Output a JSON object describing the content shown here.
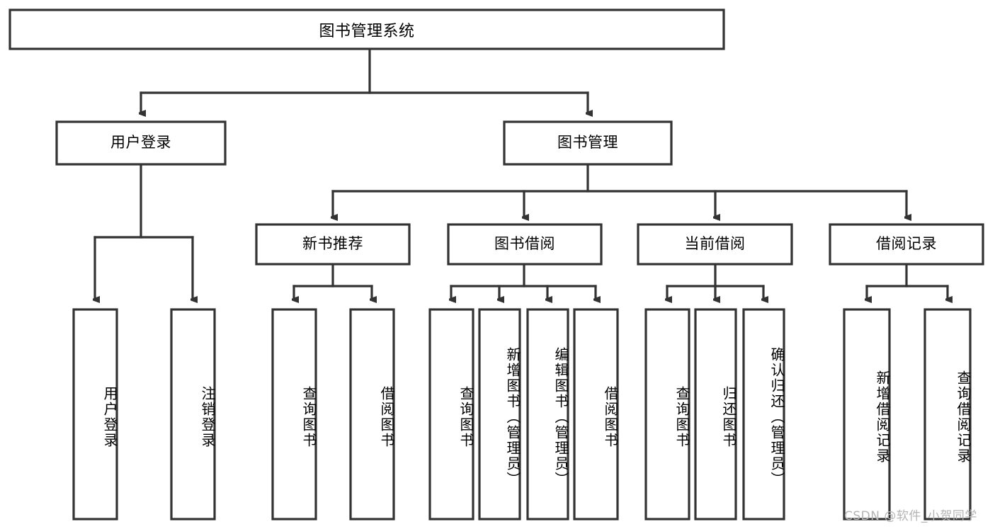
{
  "diagram": {
    "type": "tree-hierarchy-chart",
    "title": "图书管理系统",
    "line_color": "#333333",
    "box_fill": "#ffffff",
    "text_color": "#000000",
    "background": "#ffffff",
    "levels": [
      {
        "level": 1,
        "nodes": [
          {
            "id": "root",
            "label": "图书管理系统",
            "orientation": "horizontal"
          }
        ]
      },
      {
        "level": 2,
        "nodes": [
          {
            "id": "login",
            "label": "用户登录",
            "orientation": "horizontal",
            "parent": "root"
          },
          {
            "id": "bookmgmt",
            "label": "图书管理",
            "orientation": "horizontal",
            "parent": "root"
          }
        ]
      },
      {
        "level": 3,
        "nodes": [
          {
            "id": "newbook",
            "label": "新书推荐",
            "orientation": "horizontal",
            "parent": "bookmgmt"
          },
          {
            "id": "borrow",
            "label": "图书借阅",
            "orientation": "horizontal",
            "parent": "bookmgmt"
          },
          {
            "id": "current",
            "label": "当前借阅",
            "orientation": "horizontal",
            "parent": "bookmgmt"
          },
          {
            "id": "records",
            "label": "借阅记录",
            "orientation": "horizontal",
            "parent": "bookmgmt"
          }
        ]
      },
      {
        "level": 4,
        "nodes": [
          {
            "id": "leaf1",
            "label": "用户登录",
            "orientation": "vertical",
            "parent": "login"
          },
          {
            "id": "leaf2",
            "label": "注销登录",
            "orientation": "vertical",
            "parent": "login"
          },
          {
            "id": "leaf3",
            "label": "查询图书",
            "orientation": "vertical",
            "parent": "newbook"
          },
          {
            "id": "leaf4",
            "label": "借阅图书",
            "orientation": "vertical",
            "parent": "newbook"
          },
          {
            "id": "leaf5",
            "label": "查询图书",
            "orientation": "vertical",
            "parent": "borrow"
          },
          {
            "id": "leaf6",
            "label": "新增图书（管理员）",
            "orientation": "vertical",
            "parent": "borrow"
          },
          {
            "id": "leaf7",
            "label": "编辑图书（管理员）",
            "orientation": "vertical",
            "parent": "borrow"
          },
          {
            "id": "leaf8",
            "label": "借阅图书",
            "orientation": "vertical",
            "parent": "borrow"
          },
          {
            "id": "leaf9",
            "label": "查询图书",
            "orientation": "vertical",
            "parent": "current"
          },
          {
            "id": "leaf10",
            "label": "归还图书",
            "orientation": "vertical",
            "parent": "current"
          },
          {
            "id": "leaf11",
            "label": "确认归还（管理员）",
            "orientation": "vertical",
            "parent": "current"
          },
          {
            "id": "leaf12",
            "label": "新增借阅记录",
            "orientation": "vertical",
            "parent": "records"
          },
          {
            "id": "leaf13",
            "label": "查询借阅记录",
            "orientation": "vertical",
            "parent": "records"
          }
        ]
      }
    ]
  },
  "watermark": {
    "text": "CSDN @软件_小贺同学"
  }
}
